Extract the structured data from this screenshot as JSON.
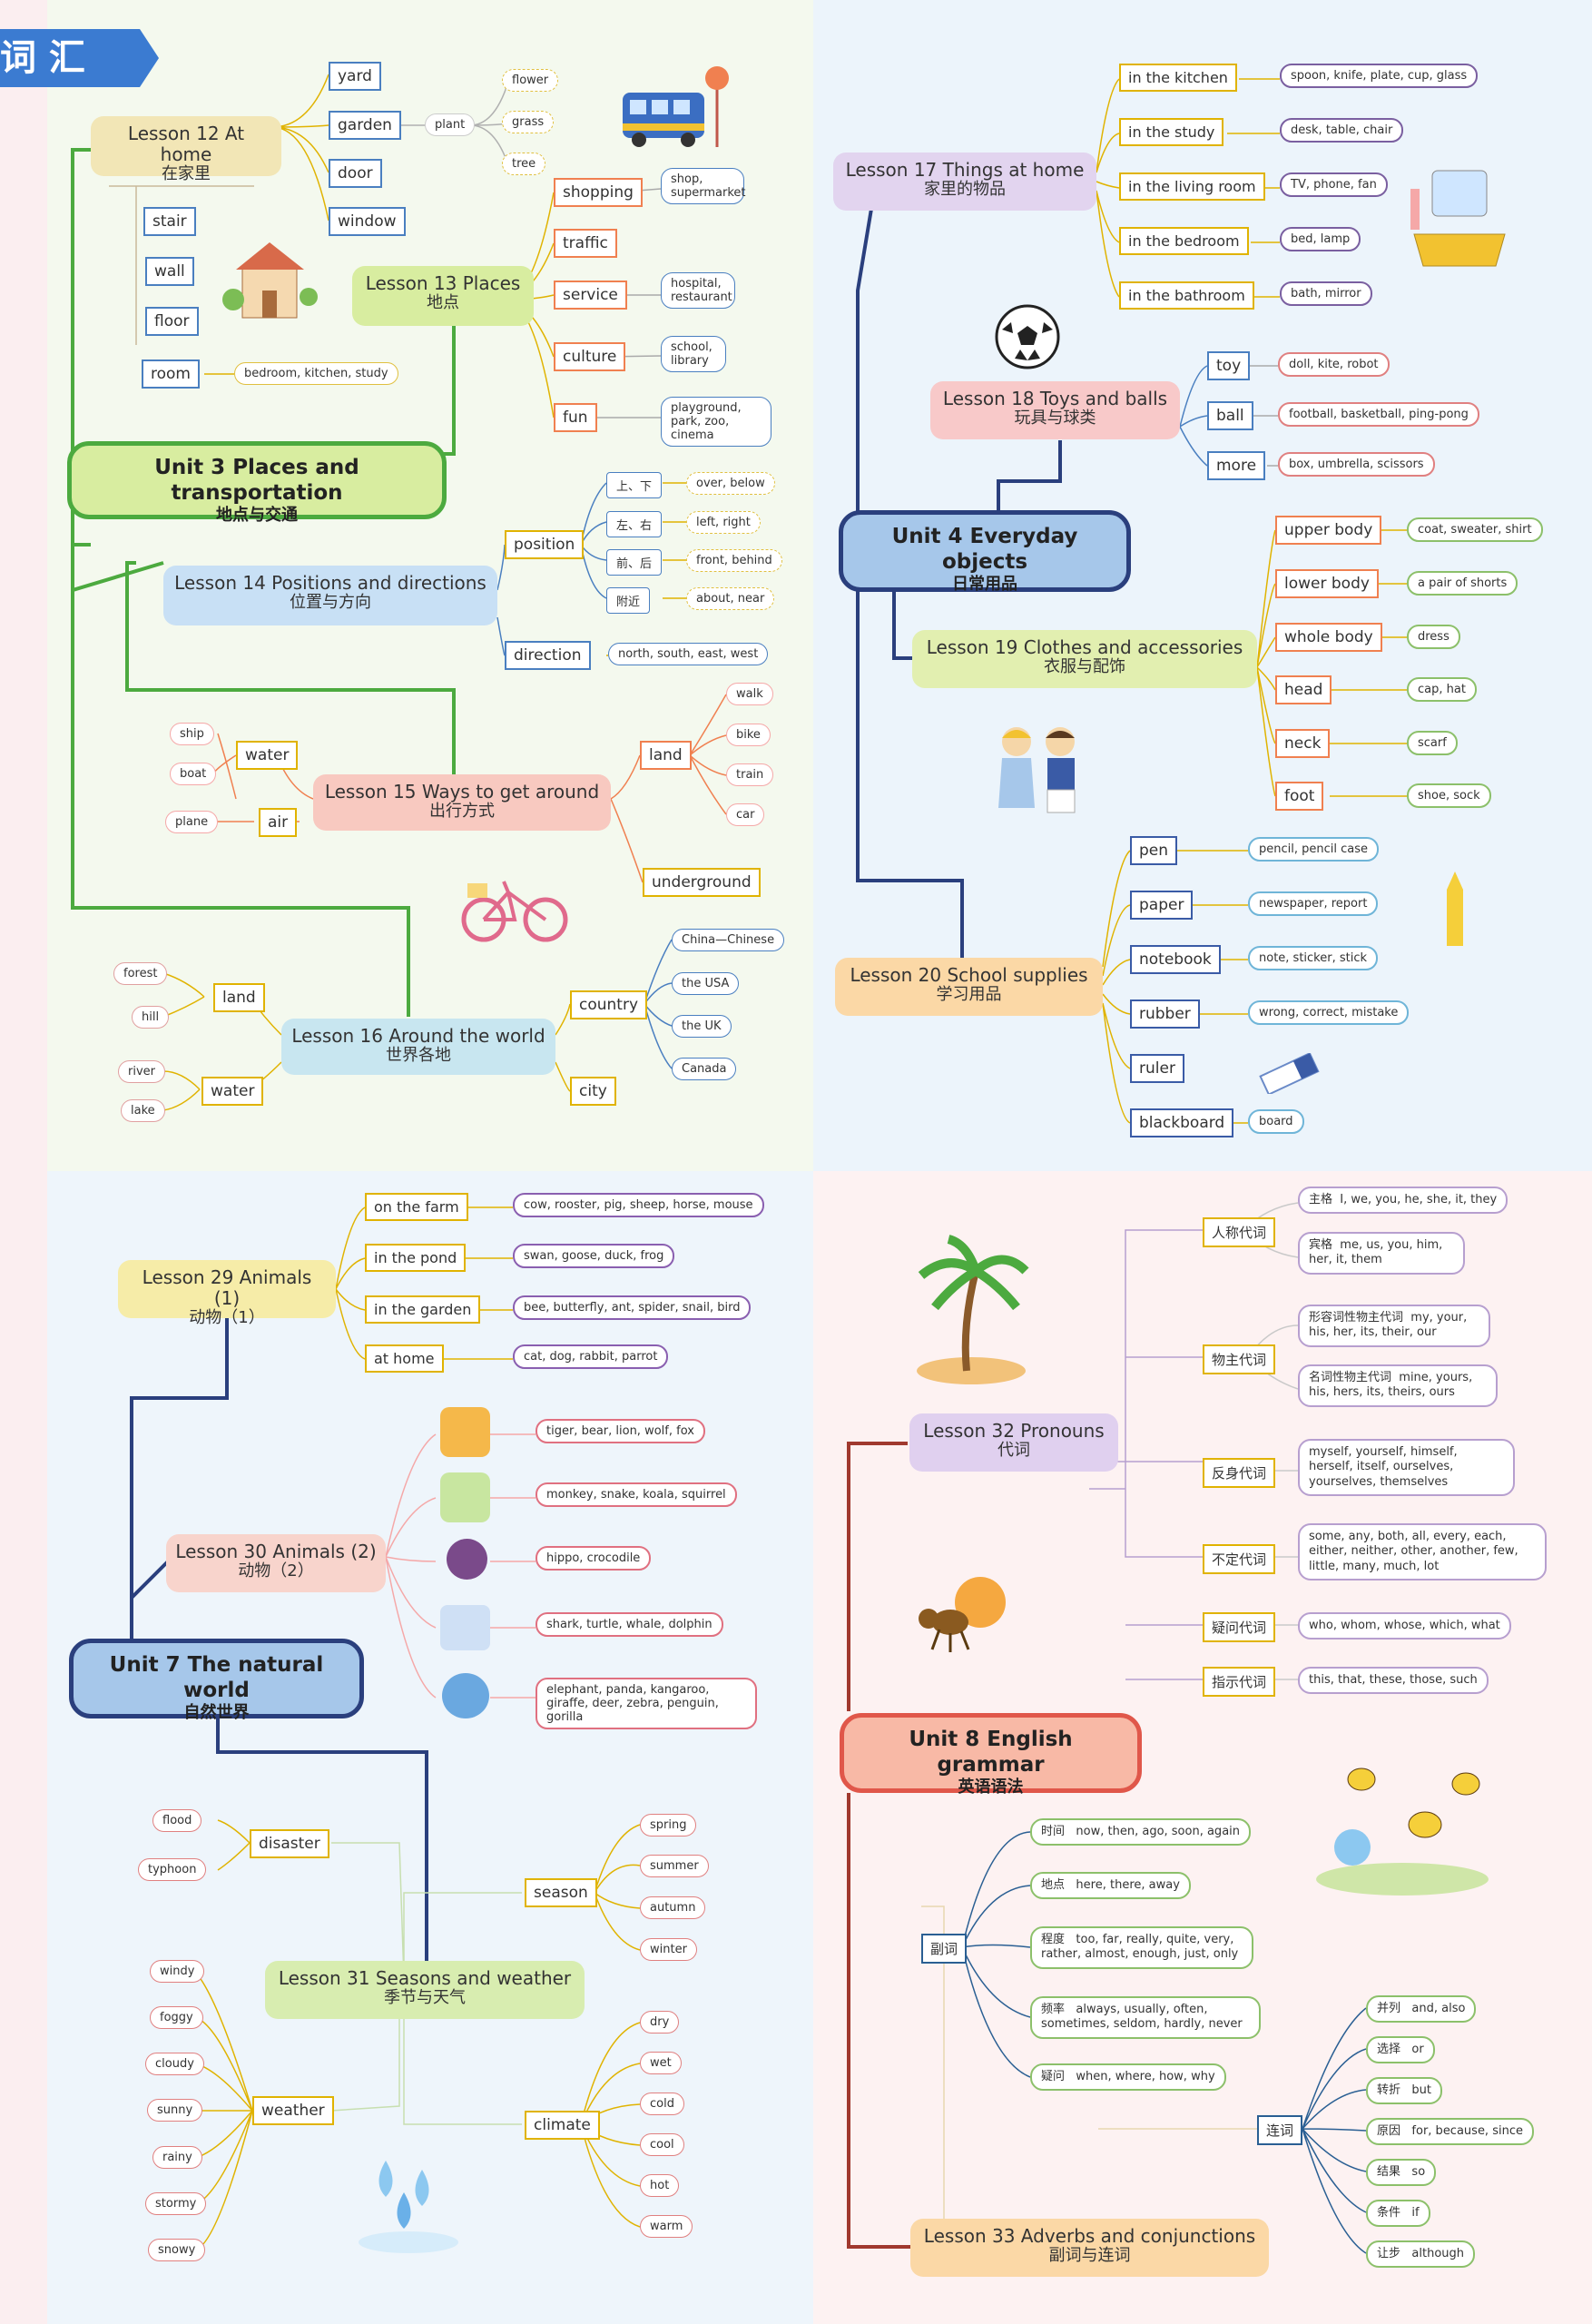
{
  "header": {
    "title": "词 汇"
  },
  "unit3": {
    "title": "Unit 3  Places and transportation",
    "zh": "地点与交通",
    "l12": {
      "title": "Lesson 12  At home",
      "zh": "在家里",
      "yard": "yard",
      "garden": "garden",
      "door": "door",
      "window": "window",
      "plant": "plant",
      "flower": "flower",
      "grass": "grass",
      "tree": "tree",
      "stair": "stair",
      "wall": "wall",
      "floor": "floor",
      "room": "room",
      "room_items": "bedroom, kitchen, study"
    },
    "l13": {
      "title": "Lesson 13  Places",
      "zh": "地点",
      "shopping": "shopping",
      "shopping_items": "shop, supermarket",
      "traffic": "traffic",
      "service": "service",
      "service_items": "hospital, restaurant",
      "culture": "culture",
      "culture_items": "school, library",
      "fun": "fun",
      "fun_items": "playground, park, zoo, cinema"
    },
    "l14": {
      "title": "Lesson 14  Positions and directions",
      "zh": "位置与方向",
      "position": "position",
      "p1": "上、下",
      "p1e": "over, below",
      "p2": "左、右",
      "p2e": "left, right",
      "p3": "前、后",
      "p3e": "front, behind",
      "p4": "附近",
      "p4e": "about, near",
      "direction": "direction",
      "direction_items": "north, south, east, west"
    },
    "l15": {
      "title": "Lesson 15  Ways to get around",
      "zh": "出行方式",
      "water": "water",
      "ship": "ship",
      "boat": "boat",
      "air": "air",
      "plane": "plane",
      "land": "land",
      "walk": "walk",
      "bike": "bike",
      "train": "train",
      "car": "car",
      "underground": "underground"
    },
    "l16": {
      "title": "Lesson 16  Around the world",
      "zh": "世界各地",
      "land": "land",
      "forest": "forest",
      "hill": "hill",
      "water": "water",
      "river": "river",
      "lake": "lake",
      "country": "country",
      "c1": "China—Chinese",
      "c2": "the USA",
      "c3": "the UK",
      "c4": "Canada",
      "city": "city"
    }
  },
  "unit4": {
    "title": "Unit 4  Everyday objects",
    "zh": "日常用品",
    "l17": {
      "title": "Lesson 17  Things at home",
      "zh": "家里的物品",
      "k": "in the kitchen",
      "ki": "spoon, knife, plate, cup, glass",
      "s": "in the study",
      "si": "desk, table, chair",
      "lr": "in the living room",
      "lri": "TV, phone, fan",
      "b": "in the bedroom",
      "bi": "bed, lamp",
      "ba": "in the bathroom",
      "bai": "bath, mirror"
    },
    "l18": {
      "title": "Lesson 18  Toys and balls",
      "zh": "玩具与球类",
      "toy": "toy",
      "toyi": "doll, kite, robot",
      "ball": "ball",
      "balli": "football, basketball, ping-pong",
      "more": "more",
      "morei": "box, umbrella, scissors"
    },
    "l19": {
      "title": "Lesson 19  Clothes and accessories",
      "zh": "衣服与配饰",
      "ub": "upper body",
      "ubi": "coat, sweater, shirt",
      "lb": "lower body",
      "lbi": "a pair of shorts",
      "wb": "whole body",
      "wbi": "dress",
      "head": "head",
      "headi": "cap, hat",
      "neck": "neck",
      "necki": "scarf",
      "foot": "foot",
      "footi": "shoe, sock"
    },
    "l20": {
      "title": "Lesson 20  School supplies",
      "zh": "学习用品",
      "pen": "pen",
      "peni": "pencil, pencil case",
      "paper": "paper",
      "paperi": "newspaper, report",
      "notebook": "notebook",
      "notebooki": "note, sticker, stick",
      "rubber": "rubber",
      "rubberi": "wrong, correct, mistake",
      "ruler": "ruler",
      "blackboard": "blackboard",
      "blackboardi": "board"
    }
  },
  "unit7": {
    "title": "Unit 7  The natural world",
    "zh": "自然世界",
    "l29": {
      "title": "Lesson 29  Animals (1)",
      "zh": "动物（1）",
      "farm": "on the farm",
      "farmi": "cow, rooster, pig, sheep, horse, mouse",
      "pond": "in the pond",
      "pondi": "swan, goose, duck, frog",
      "garden": "in the garden",
      "gardeni": "bee, butterfly, ant, spider, snail, bird",
      "home": "at home",
      "homei": "cat, dog, rabbit, parrot"
    },
    "l30": {
      "title": "Lesson 30  Animals (2)",
      "zh": "动物（2）",
      "a1": "tiger, bear, lion, wolf, fox",
      "a2": "monkey, snake, koala, squirrel",
      "a3": "hippo, crocodile",
      "a4": "shark, turtle, whale, dolphin",
      "a5": "elephant, panda, kangaroo, giraffe, deer, zebra, penguin, gorilla"
    },
    "l31": {
      "title": "Lesson 31  Seasons and weather",
      "zh": "季节与天气",
      "disaster": "disaster",
      "flood": "flood",
      "typhoon": "typhoon",
      "season": "season",
      "spring": "spring",
      "summer": "summer",
      "autumn": "autumn",
      "winter": "winter",
      "weather": "weather",
      "windy": "windy",
      "foggy": "foggy",
      "cloudy": "cloudy",
      "sunny": "sunny",
      "rainy": "rainy",
      "stormy": "stormy",
      "snowy": "snowy",
      "climate": "climate",
      "dry": "dry",
      "wet": "wet",
      "cold": "cold",
      "cool": "cool",
      "hot": "hot",
      "warm": "warm"
    }
  },
  "unit8": {
    "title": "Unit 8  English grammar",
    "zh": "英语语法",
    "l32": {
      "title": "Lesson 32  Pronouns",
      "zh": "代词",
      "personal": "人称代词",
      "nom": "主格",
      "nomi": "I, we, you, he, she, it, they",
      "acc": "宾格",
      "acci": "me, us, you, him, her, it, them",
      "poss": "物主代词",
      "padj": "形容词性物主代词",
      "padji": "my, your, his, her, its, their, our",
      "pn": "名词性物主代词",
      "pni": "mine, yours, his, hers, its, theirs, ours",
      "refl": "反身代词",
      "refli": "myself, yourself, himself, herself, itself, ourselves, yourselves, themselves",
      "indef": "不定代词",
      "indefi": "some, any, both, all, every, each, either, neither, other, another, few, little, many, much, lot",
      "inter": "疑问代词",
      "interi": "who, whom, whose, which, what",
      "demo": "指示代词",
      "demoi": "this, that, these, those, such"
    },
    "l33": {
      "title": "Lesson 33  Adverbs and conjunctions",
      "zh": "副词与连词",
      "adv": "副词",
      "time": "时间",
      "timei": "now, then, ago, soon, again",
      "place": "地点",
      "placei": "here, there, away",
      "degree": "程度",
      "degreei": "too, far, really, quite, very, rather, almost, enough, just, only",
      "freq": "频率",
      "freqi": "always, usually, often, sometimes, seldom, hardly, never",
      "q": "疑问",
      "qi": "when, where, how, why",
      "conj": "连词",
      "c1": "并列",
      "c1i": "and, also",
      "c2": "选择",
      "c2i": "or",
      "c3": "转折",
      "c3i": "but",
      "c4": "原因",
      "c4i": "for, because, since",
      "c5": "结果",
      "c5i": "so",
      "c6": "条件",
      "c6i": "if",
      "c7": "让步",
      "c7i": "although"
    }
  },
  "colors": {
    "unit3": "#b4d96a",
    "unit4": "#3a5ba6",
    "unit7": "#3a5ba6",
    "unit8": "#e0574a",
    "bg_q1": "#f4f9ee",
    "bg_q2": "#ecf4fb",
    "bg_q3": "#eef5fb",
    "bg_q4": "#fdf2f2"
  }
}
